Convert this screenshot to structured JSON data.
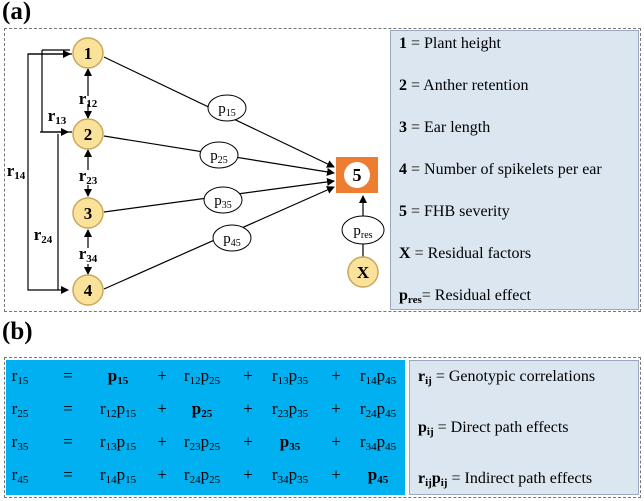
{
  "panel_a": {
    "label": "(a)",
    "nodes": [
      {
        "id": "n1",
        "label": "1"
      },
      {
        "id": "n2",
        "label": "2"
      },
      {
        "id": "n3",
        "label": "3"
      },
      {
        "id": "n4",
        "label": "4"
      },
      {
        "id": "n5",
        "label": "5"
      },
      {
        "id": "nX",
        "label": "X"
      }
    ],
    "correlations": {
      "r12": {
        "base": "r",
        "sub": "12"
      },
      "r13": {
        "base": "r",
        "sub": "13"
      },
      "r14": {
        "base": "r",
        "sub": "14"
      },
      "r23": {
        "base": "r",
        "sub": "23"
      },
      "r24": {
        "base": "r",
        "sub": "24"
      },
      "r34": {
        "base": "r",
        "sub": "34"
      }
    },
    "paths": {
      "p15": {
        "base": "p",
        "sub": "15"
      },
      "p25": {
        "base": "p",
        "sub": "25"
      },
      "p35": {
        "base": "p",
        "sub": "35"
      },
      "p45": {
        "base": "p",
        "sub": "45"
      },
      "pres": {
        "base": "p",
        "sub": "res"
      }
    },
    "legend": [
      {
        "key": "1",
        "text": " = Plant height"
      },
      {
        "key": "2",
        "text": " = Anther retention"
      },
      {
        "key": "3",
        "text": " = Ear length"
      },
      {
        "key": "4",
        "text": " = Number of spikelets per ear"
      },
      {
        "key": "5",
        "text": " = FHB severity"
      },
      {
        "key": "X",
        "text": " = Residual factors"
      },
      {
        "key": "p",
        "key_sub": "res",
        "text": "= Residual effect"
      }
    ]
  },
  "panel_b": {
    "label": "(b)",
    "equations": [
      {
        "lhs": "r15",
        "eq": "=",
        "terms": [
          "p15",
          "+",
          "r12p25",
          "+",
          "r13p35",
          "+",
          "r14p45"
        ]
      },
      {
        "lhs": "r25",
        "eq": "=",
        "terms": [
          "r12p15",
          "+",
          "p25",
          "+",
          "r23p35",
          "+",
          "r24p45"
        ]
      },
      {
        "lhs": "r35",
        "eq": "=",
        "terms": [
          "r13p15",
          "+",
          "r23p25",
          "+",
          "p35",
          "+",
          "r34p45"
        ]
      },
      {
        "lhs": "r45",
        "eq": "=",
        "terms": [
          "r14p15",
          "+",
          "r24p25",
          "+",
          "r34p35",
          "+",
          "p45"
        ]
      }
    ],
    "legend": [
      {
        "key": "r",
        "key_sub": "ij",
        "text": " = Genotypic correlations"
      },
      {
        "key": "p",
        "key_sub": "ij",
        "text": " = Direct path effects"
      },
      {
        "key": "r",
        "key_sub": "ij",
        "key2": "p",
        "key2_sub": "ij",
        "text": " = Indirect path effects"
      }
    ]
  },
  "colors": {
    "node_fill": "#fbe29a",
    "node_stroke": "#c8a85a",
    "target_fill": "#ed7d31",
    "legend_bg": "#dce6f1",
    "equation_bg": "#00b0f0"
  }
}
